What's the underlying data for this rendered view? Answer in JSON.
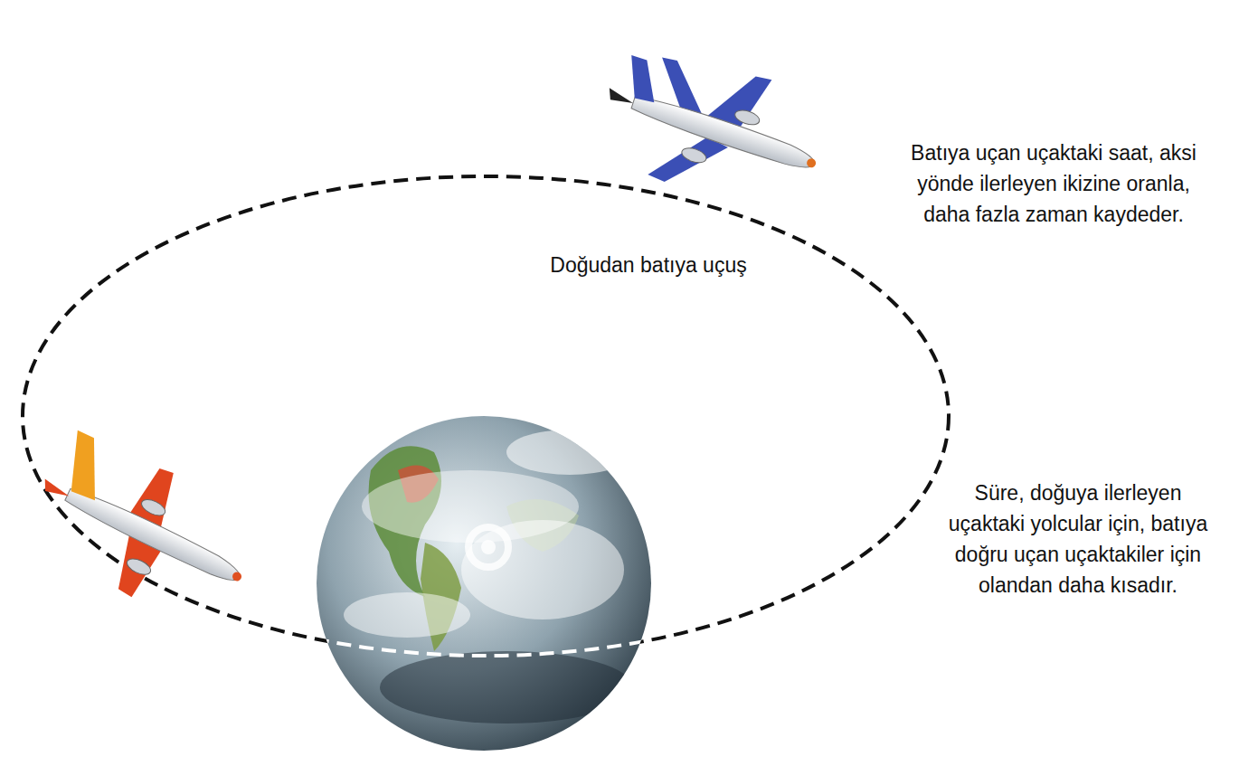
{
  "diagram": {
    "labels": [
      "Batıya uçan uçaktaki saat, aksi yönde ilerleyen ikizine oranla, daha fazla zaman kaydeder.",
      "Doğudan batıya uçuş",
      "Süre, doğuya ilerleyen uçaktaki yolcular için, batıya doğru uçan uçaktakiler için olandan daha kısadır."
    ]
  }
}
